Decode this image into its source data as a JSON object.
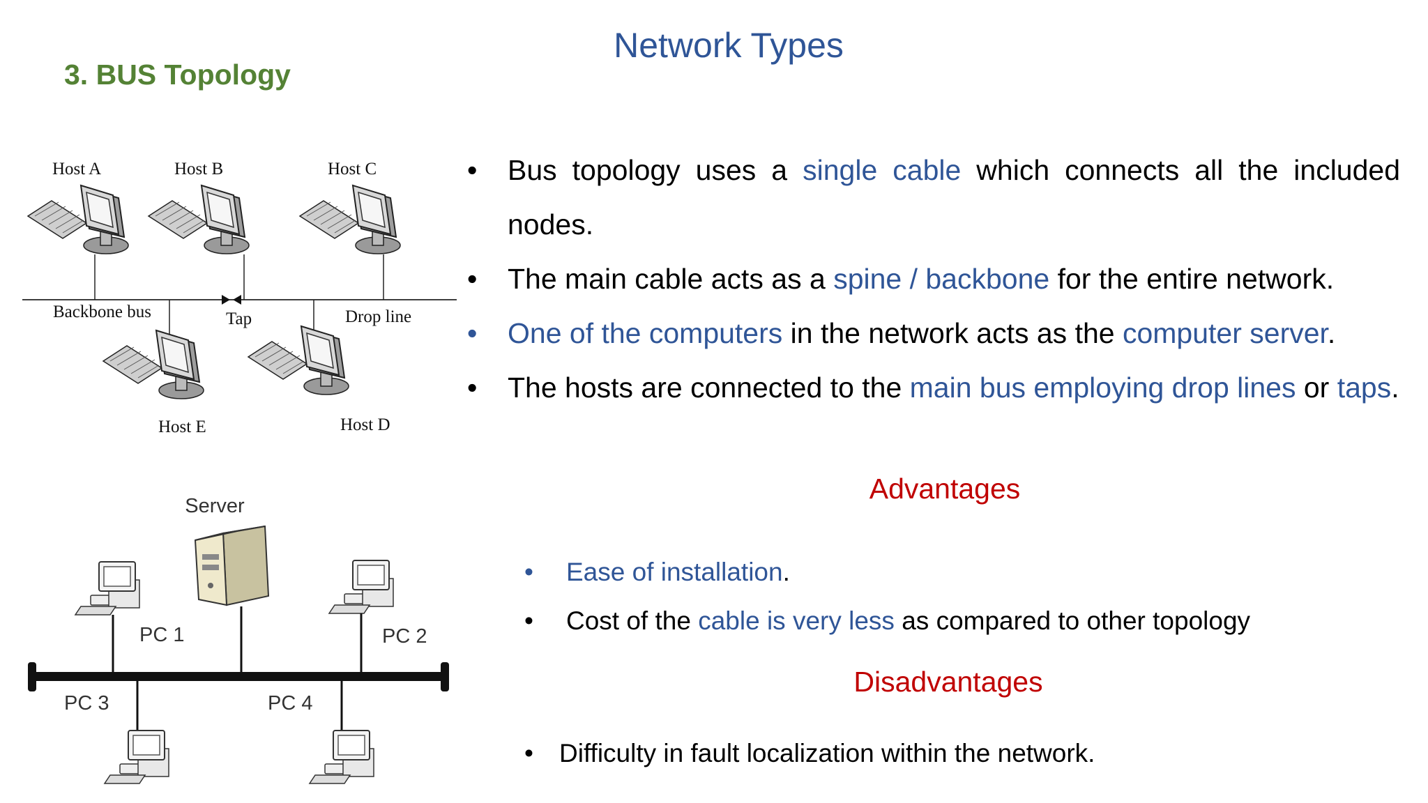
{
  "title": "Network Types",
  "subtitle": "3. BUS Topology",
  "diagram_a": {
    "hosts": [
      "Host A",
      "Host B",
      "Host C",
      "Host E",
      "Host D"
    ],
    "labels": {
      "backbone": "Backbone bus",
      "tap": "Tap",
      "drop": "Drop line"
    }
  },
  "diagram_b": {
    "server": "Server",
    "pcs": [
      "PC 1",
      "PC 2",
      "PC 3",
      "PC 4"
    ]
  },
  "bullets": [
    {
      "segments": [
        {
          "text": "Bus topology uses a "
        },
        {
          "text": "single cable",
          "blue": true
        },
        {
          "text": " which connects all the included nodes."
        }
      ]
    },
    {
      "segments": [
        {
          "text": "The main cable acts as a "
        },
        {
          "text": "spine / backbone",
          "blue": true
        },
        {
          "text": " for the entire network."
        }
      ]
    },
    {
      "blue_bullet": true,
      "segments": [
        {
          "text": "One of the computers",
          "blue": true
        },
        {
          "text": " in the network acts as the "
        },
        {
          "text": "computer server",
          "blue": true
        },
        {
          "text": "."
        }
      ]
    },
    {
      "segments": [
        {
          "text": "The hosts are connected to the "
        },
        {
          "text": "main bus employing drop lines",
          "blue": true
        },
        {
          "text": " or "
        },
        {
          "text": "taps",
          "blue": true
        },
        {
          "text": "."
        }
      ]
    }
  ],
  "bullet_char": "•",
  "advantages": {
    "heading": "Advantages",
    "items": [
      [
        {
          "text": "Ease of installation",
          "blue": true
        },
        {
          "text": "."
        }
      ],
      [
        {
          "text": "Cost of the "
        },
        {
          "text": "cable is very less",
          "blue": true
        },
        {
          "text": " as compared to other topology"
        }
      ]
    ]
  },
  "disadvantages": {
    "heading": "Disadvantages",
    "items": [
      [
        {
          "text": "Difficulty in fault localization within the network."
        }
      ]
    ]
  },
  "colors": {
    "blue": "#2f5597",
    "green": "#548235",
    "red": "#c00000"
  }
}
